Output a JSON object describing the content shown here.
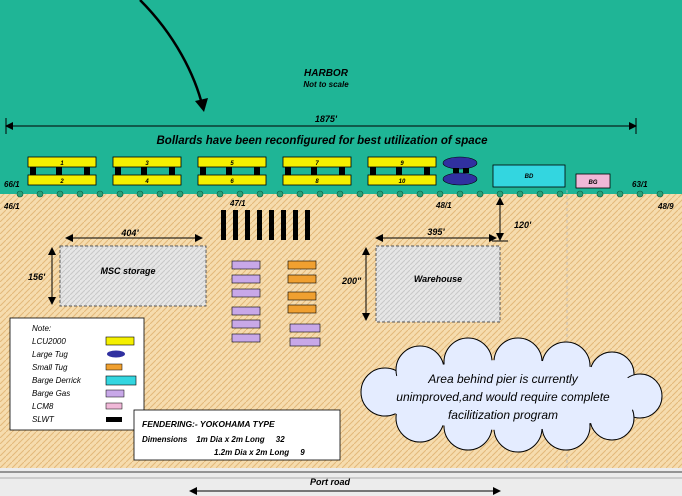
{
  "harbor": {
    "title": "HARBOR",
    "subtitle": "Not to scale",
    "width_label": "1875'",
    "color": "#1fb596"
  },
  "headline": "Bollards have been reconfigured for best utilization of space",
  "pier": {
    "berth_labels": [
      "1",
      "2",
      "3",
      "4",
      "5",
      "6",
      "7",
      "8",
      "9",
      "10"
    ],
    "bd_label": "BD",
    "bg_label": "BG",
    "markers": {
      "left_top": "66/1",
      "left_bottom": "46/1",
      "center": "47/1",
      "right_mid": "48/1",
      "right_top": "63/1",
      "right_bottom": "48/9"
    }
  },
  "areas": {
    "msc": {
      "label": "MSC storage",
      "width_label": "404'",
      "depth_label": "156'"
    },
    "warehouse": {
      "label": "Warehouse",
      "width_label": "395'",
      "depth_label": "200\""
    },
    "setback_label": "120'"
  },
  "legend": {
    "title": "Note:",
    "items": [
      {
        "label": "LCU2000",
        "symbol": "lcu",
        "color": "#f5f000"
      },
      {
        "label": "Large Tug",
        "symbol": "large-tug",
        "color": "#3030a0"
      },
      {
        "label": "Small Tug",
        "symbol": "small-tug",
        "color": "#f0a030"
      },
      {
        "label": "Barge Derrick",
        "symbol": "barge-derrick",
        "color": "#33d6e0"
      },
      {
        "label": "Barge Gas",
        "symbol": "barge-gas",
        "color": "#c8a8e8"
      },
      {
        "label": "LCM8",
        "symbol": "lcm8",
        "color": "#f0b8d8"
      },
      {
        "label": "SLWT",
        "symbol": "slwt",
        "color": "#000000"
      }
    ]
  },
  "fendering": {
    "title": "FENDERING:- YOKOHAMA TYPE",
    "line1": "Dimensions    1m Dia x 2m Long     32",
    "line2": "1.2m Dia x 2m Long     9"
  },
  "cloud_text": [
    "Area behind pier is currently",
    "unimproved,and would require complete",
    "facilitization program"
  ],
  "port_road": "Port road"
}
